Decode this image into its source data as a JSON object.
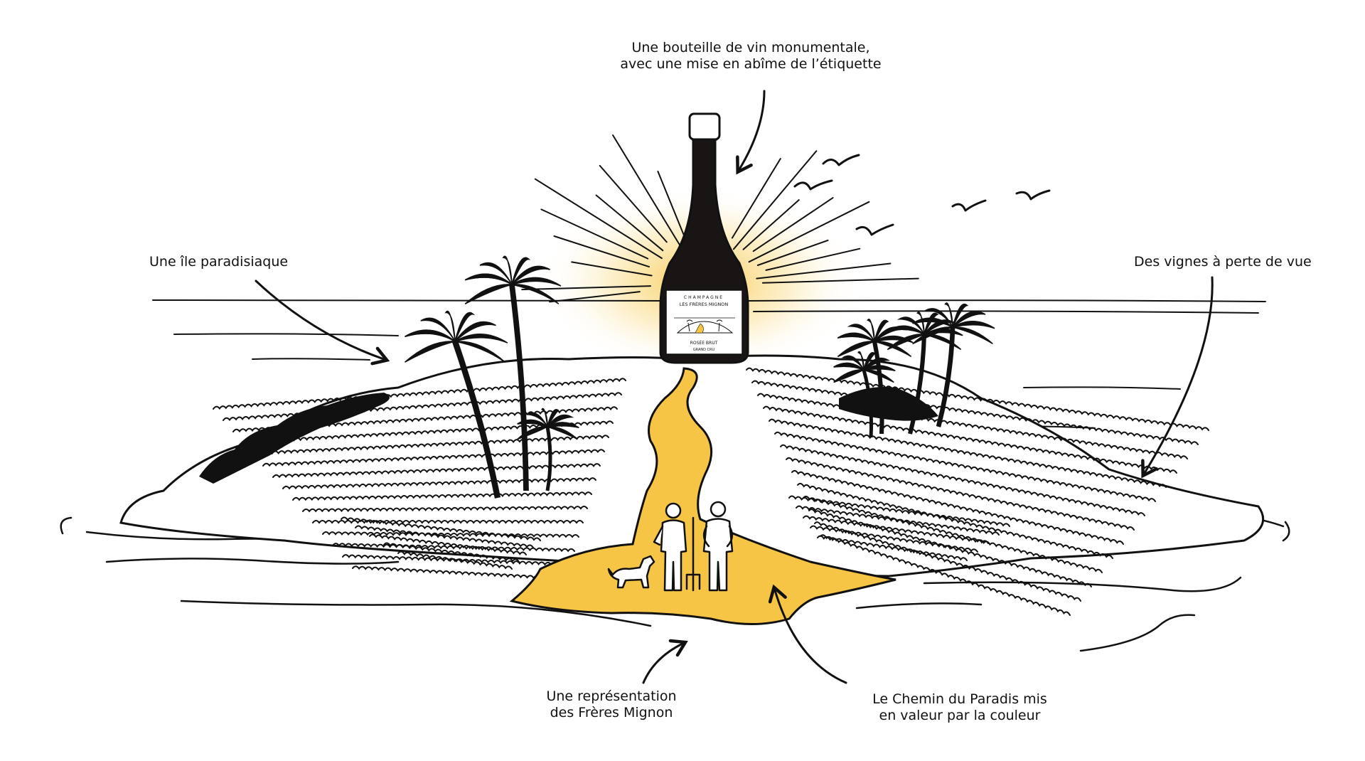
{
  "captions": {
    "bottle": {
      "line1": "Une bouteille de vin monumentale,",
      "line2": "avec une mise en abîme de l’étiquette"
    },
    "island": {
      "line1": "Une île paradisiaque"
    },
    "vines": {
      "line1": "Des vignes à perte de vue"
    },
    "brothers": {
      "line1": "Une représentation",
      "line2": "des Frères Mignon"
    },
    "path": {
      "line1": "Le Chemin du Paradis mis",
      "line2": "en valeur par la couleur"
    }
  },
  "label": {
    "top": "CHAMPAGNE",
    "brand": "LES FRÈRES MIGNON",
    "cuvee": "ROSÉE BRUT",
    "cru": "GRAND CRU"
  },
  "colors": {
    "ink": "#111111",
    "accent": "#f6c545",
    "glow": "#fbe3a0",
    "paper": "#ffffff"
  }
}
